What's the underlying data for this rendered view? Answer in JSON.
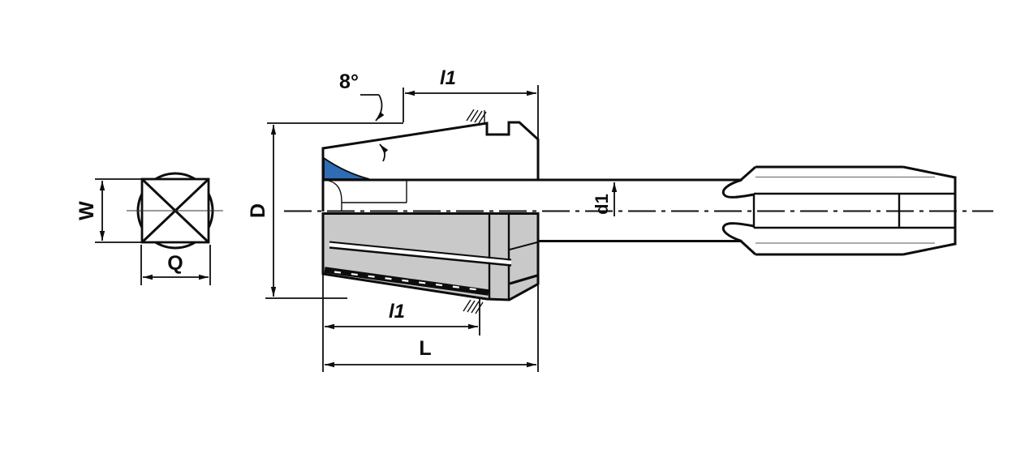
{
  "figure": {
    "type": "technical-drawing",
    "end_view": {
      "labels": {
        "across_flats": "W",
        "square_size": "Q"
      }
    },
    "collet_view": {
      "labels": {
        "outer_diameter": "D",
        "taper_angle": "8°",
        "upper_length": "l1",
        "lower_length": "l1",
        "overall_length": "L"
      }
    },
    "tap_view": {
      "labels": {
        "shank_diameter": "d1"
      }
    },
    "colors": {
      "highlight": "#2e6db4",
      "body": "#c9c9c9",
      "line": "#0d0d0d",
      "background": "#ffffff"
    }
  }
}
